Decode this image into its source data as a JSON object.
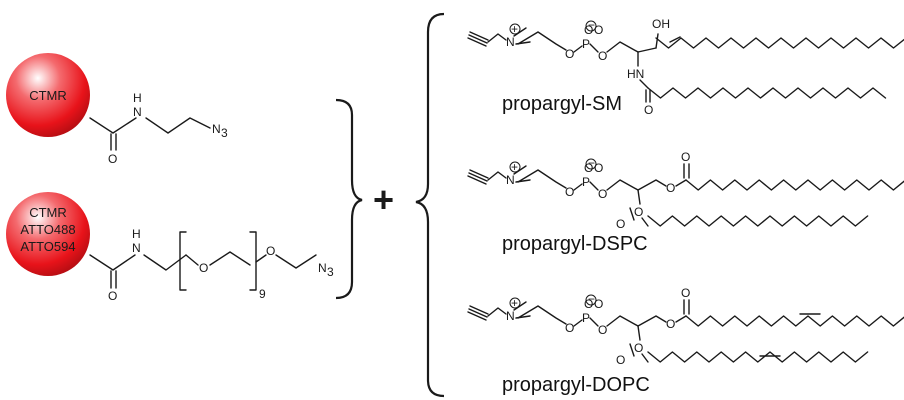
{
  "reagents": {
    "top": {
      "dye_lines": [
        "CTMR"
      ],
      "nh": "H",
      "n": "N",
      "o": "O",
      "n3": "N",
      "n3_sub": "3"
    },
    "bottom": {
      "dye_lines": [
        "CTMR",
        "ATTO488",
        "ATTO594"
      ],
      "nh": "H",
      "n": "N",
      "o_carbonyl": "O",
      "o_peg": "O",
      "o_link": "O",
      "repeat": "9",
      "n3": "N",
      "n3_sub": "3"
    }
  },
  "operator": "+",
  "lipids": [
    {
      "name": "propargyl-SM",
      "oh": "OH",
      "hn": "HN",
      "o_amide": "O"
    },
    {
      "name": "propargyl-DSPC",
      "o1": "O",
      "o2": "O"
    },
    {
      "name": "propargyl-DOPC",
      "o1": "O",
      "o2": "O"
    }
  ],
  "headgroup": {
    "n": "N",
    "plus": "+",
    "p": "P",
    "o": "O",
    "minus": "−"
  },
  "colors": {
    "sphere": "#e8131a",
    "sphere_highlight": "#ffffff",
    "ink": "#1a1a1a"
  }
}
